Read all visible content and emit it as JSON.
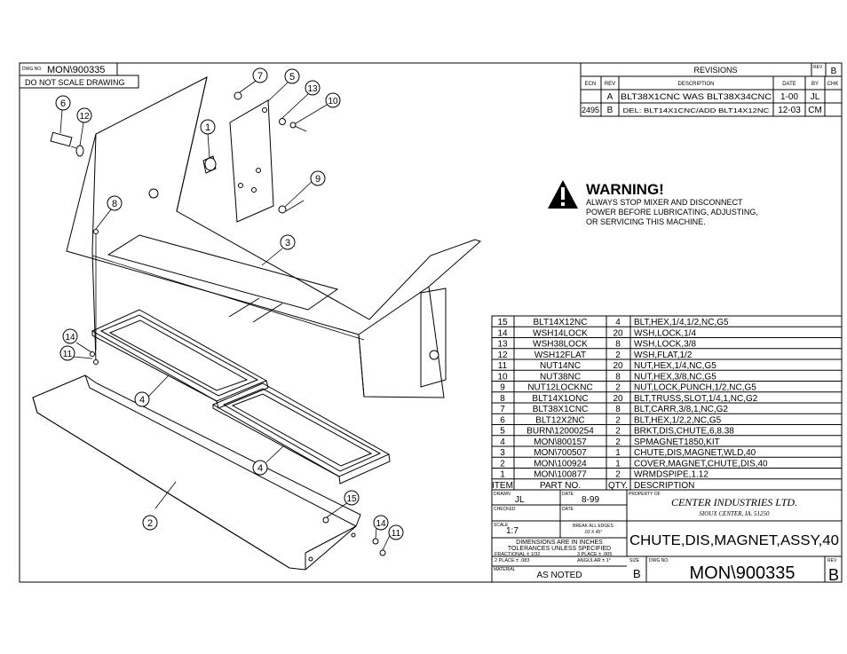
{
  "header": {
    "dwg_no_label": "DWG NO.",
    "dwg_no": "MON\\900335",
    "rev_label": "REV",
    "rev": "B",
    "note": "DO NOT SCALE DRAWING"
  },
  "revisions": {
    "title": "REVISIONS",
    "columns": [
      "ECN",
      "REV",
      "DESCRIPTION",
      "DATE",
      "BY",
      "CHK"
    ],
    "rows": [
      {
        "ecn": "",
        "rev": "A",
        "description": "BLT38X1CNC WAS BLT38X34CNC",
        "date": "1-00",
        "by": "JL",
        "chk": ""
      },
      {
        "ecn": "2495",
        "rev": "B",
        "description": "DEL: BLT14X1CNC/ADD BLT14X12NC",
        "date": "12-03",
        "by": "CM",
        "chk": ""
      }
    ]
  },
  "warning": {
    "title": "WARNING!",
    "lines": [
      "ALWAYS STOP MIXER AND DISCONNECT",
      "POWER BEFORE LUBRICATING, ADJUSTING,",
      "OR SERVICING THIS MACHINE."
    ]
  },
  "bom": {
    "headers": [
      "ITEM",
      "PART NO.",
      "QTY.",
      "DESCRIPTION"
    ],
    "rows": [
      {
        "item": "15",
        "part": "BLT14X12NC",
        "qty": "4",
        "desc": "BLT,HEX,1/4,1/2,NC,G5"
      },
      {
        "item": "14",
        "part": "WSH14LOCK",
        "qty": "20",
        "desc": "WSH,LOCK,1/4"
      },
      {
        "item": "13",
        "part": "WSH38LOCK",
        "qty": "8",
        "desc": "WSH,LOCK,3/8"
      },
      {
        "item": "12",
        "part": "WSH12FLAT",
        "qty": "2",
        "desc": "WSH,FLAT,1/2"
      },
      {
        "item": "11",
        "part": "NUT14NC",
        "qty": "20",
        "desc": "NUT,HEX,1/4,NC,G5"
      },
      {
        "item": "10",
        "part": "NUT38NC",
        "qty": "8",
        "desc": "NUT,HEX,3/8,NC,G5"
      },
      {
        "item": "9",
        "part": "NUT12LOCKNC",
        "qty": "2",
        "desc": "NUT,LOCK,PUNCH,1/2,NC,G5"
      },
      {
        "item": "8",
        "part": "BLT14X1ONC",
        "qty": "20",
        "desc": "BLT,TRUSS,SLOT,1/4,1,NC,G2"
      },
      {
        "item": "7",
        "part": "BLT38X1CNC",
        "qty": "8",
        "desc": "BLT,CARR,3/8,1,NC,G2"
      },
      {
        "item": "6",
        "part": "BLT12X2NC",
        "qty": "2",
        "desc": "BLT,HEX,1/2,2,NC,G5"
      },
      {
        "item": "5",
        "part": "BURN\\12000254",
        "qty": "2",
        "desc": "BRKT,DIS,CHUTE,6,8.38"
      },
      {
        "item": "4",
        "part": "MON\\800157",
        "qty": "2",
        "desc": "SPMAGNET1850,KIT"
      },
      {
        "item": "3",
        "part": "MON\\700507",
        "qty": "1",
        "desc": "CHUTE,DIS,MAGNET,WLD,40"
      },
      {
        "item": "2",
        "part": "MON\\100924",
        "qty": "1",
        "desc": "COVER,MAGNET,CHUTE,DIS,40"
      },
      {
        "item": "1",
        "part": "MON\\100877",
        "qty": "2",
        "desc": "WRMDSPIPE,1.12"
      }
    ]
  },
  "title_block": {
    "drawn_label": "DRAWN",
    "drawn": "JL",
    "date_label": "DATE",
    "date": "8-99",
    "checked_label": "CHECKED",
    "checked_date_label": "DATE",
    "property_label": "PROPERTY OF",
    "company": "CENTER INDUSTRIES LTD.",
    "location": "SIOUX CENTER, IA. 51250",
    "scale_label": "SCALE",
    "scale": "1:7",
    "edges_1": "BREAK ALL EDGES",
    "edges_2": ".03 X 45°",
    "dims_1": "DIMENSIONS ARE IN INCHES",
    "dims_2": "TOLERANCES UNLESS SPECIFIED",
    "tol_frac": "FRACTIONAL ± 1/32",
    "tol_3place": "3 PLACE ± .005",
    "tol_2place": "2 PLACE ± .083",
    "tol_angular": "ANGULAR ± 1°",
    "title": "CHUTE,DIS,MAGNET,ASSY,40",
    "material_label": "MATERIAL",
    "material": "AS NOTED",
    "size_label": "SIZE",
    "size": "B",
    "dwg_no_label": "DWG NO.",
    "dwg_no": "MON\\900335",
    "rev_label": "REV",
    "rev": "B"
  },
  "balloons": [
    "7",
    "5",
    "13",
    "10",
    "6",
    "12",
    "1",
    "9",
    "8",
    "3",
    "14",
    "11",
    "4",
    "4",
    "2",
    "15",
    "14",
    "11"
  ]
}
